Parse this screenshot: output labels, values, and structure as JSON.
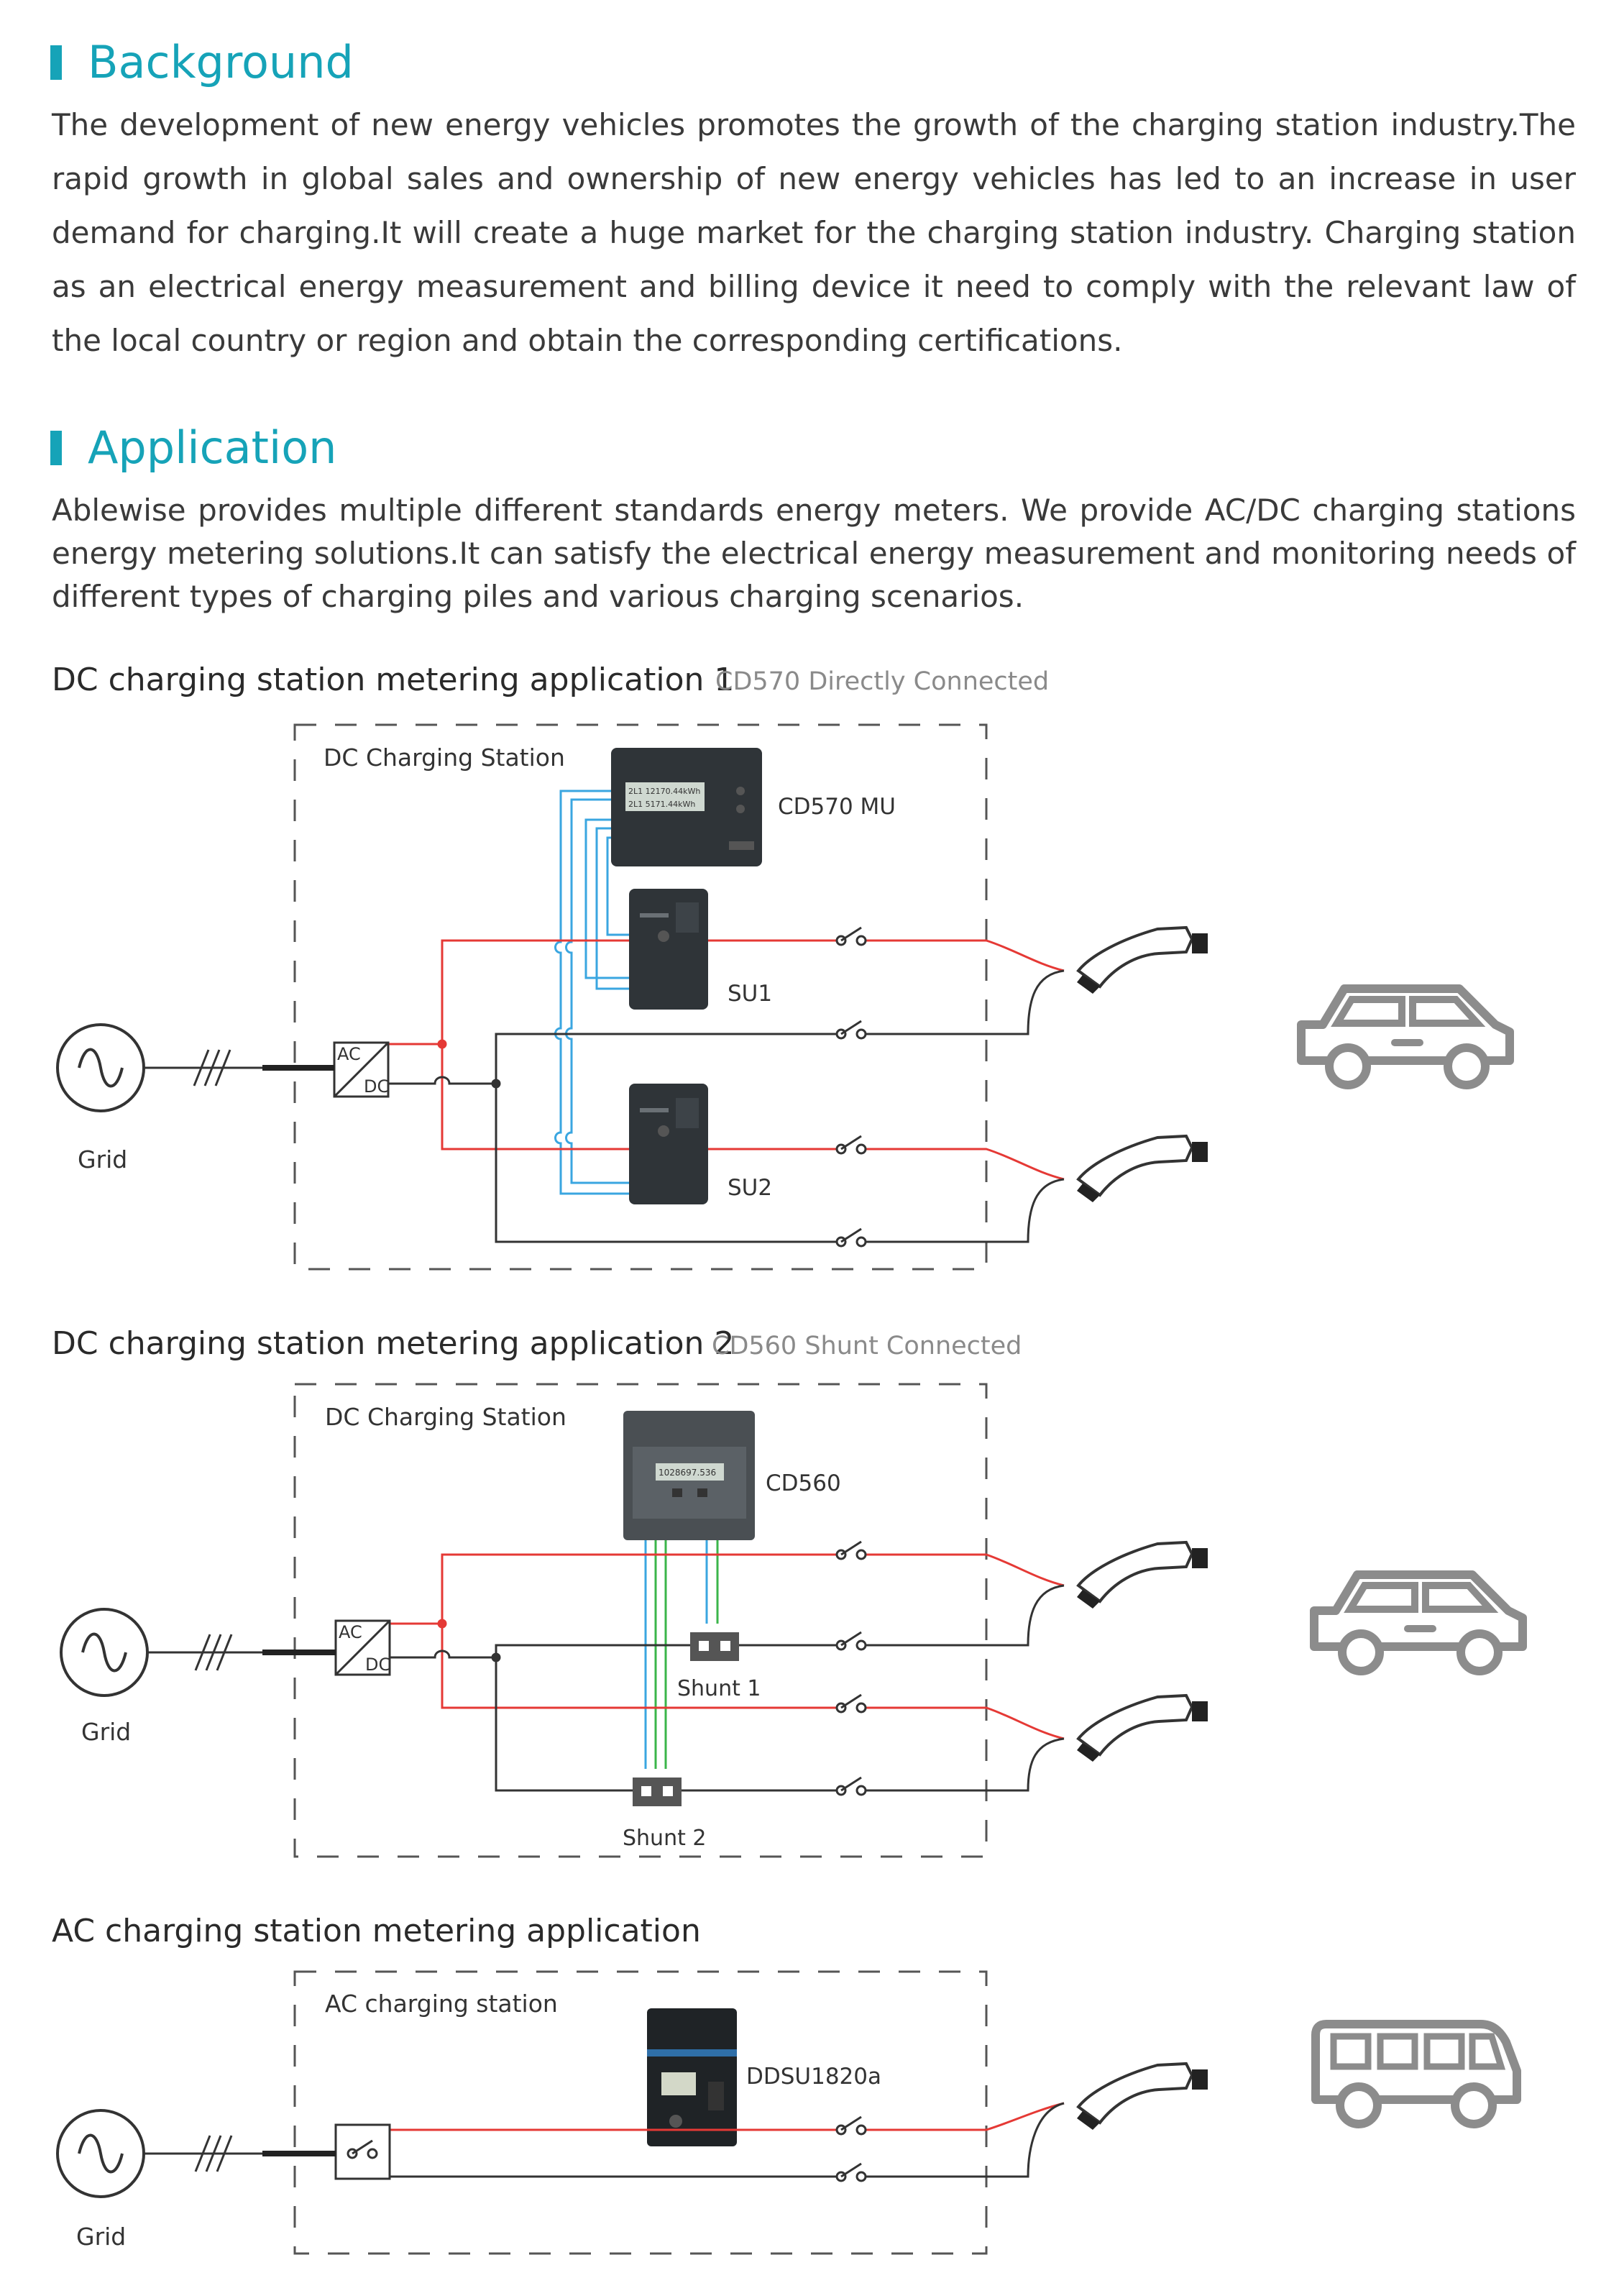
{
  "background": {
    "heading": "Background",
    "body": "The development of new energy vehicles promotes the growth of the charging station industry.The rapid growth in global sales and ownership of new energy vehicles has led to an increase in user demand for charging.It will create a huge market for the charging station industry. Charging station as an electrical energy measurement and billing device it need to comply with the relevant law of the local country or region and obtain the corresponding certifications."
  },
  "application": {
    "heading": "Application",
    "body": "Ablewise provides multiple different standards energy meters. We provide  AC/DC charging stations energy metering solutions.It can satisfy  the electrical energy measurement and monitoring needs of different types of charging piles and various charging scenarios."
  },
  "dc1": {
    "title": "DC charging station metering application 1",
    "subtitle": "CD570 Directly Connected",
    "station_label": "DC Charging Station",
    "meter_label": "CD570 MU",
    "su1_label": "SU1",
    "su2_label": "SU2",
    "grid_label": "Grid",
    "conv_ac": "AC",
    "conv_dc": "DC",
    "meter_screen_1": "2L1 12170.44kWh",
    "meter_screen_2": "2L1 5171.44kWh"
  },
  "dc2": {
    "title": "DC charging station metering application 2",
    "subtitle": "CD560 Shunt Connected",
    "station_label": "DC Charging Station",
    "meter_label": "CD560",
    "shunt1_label": "Shunt 1",
    "shunt2_label": "Shunt 2",
    "grid_label": "Grid",
    "conv_ac": "AC",
    "conv_dc": "DC",
    "meter_screen": "1028697.536"
  },
  "ac": {
    "title": "AC charging station metering application",
    "station_label": "AC charging station",
    "meter_label": "DDSU1820a",
    "grid_label": "Grid"
  },
  "colors": {
    "accent": "#16a3b8",
    "phase_red": "#e53935",
    "signal_blue": "#3aa6e0",
    "signal_green": "#3bb54a",
    "icon_gray": "#8c8c8c"
  }
}
